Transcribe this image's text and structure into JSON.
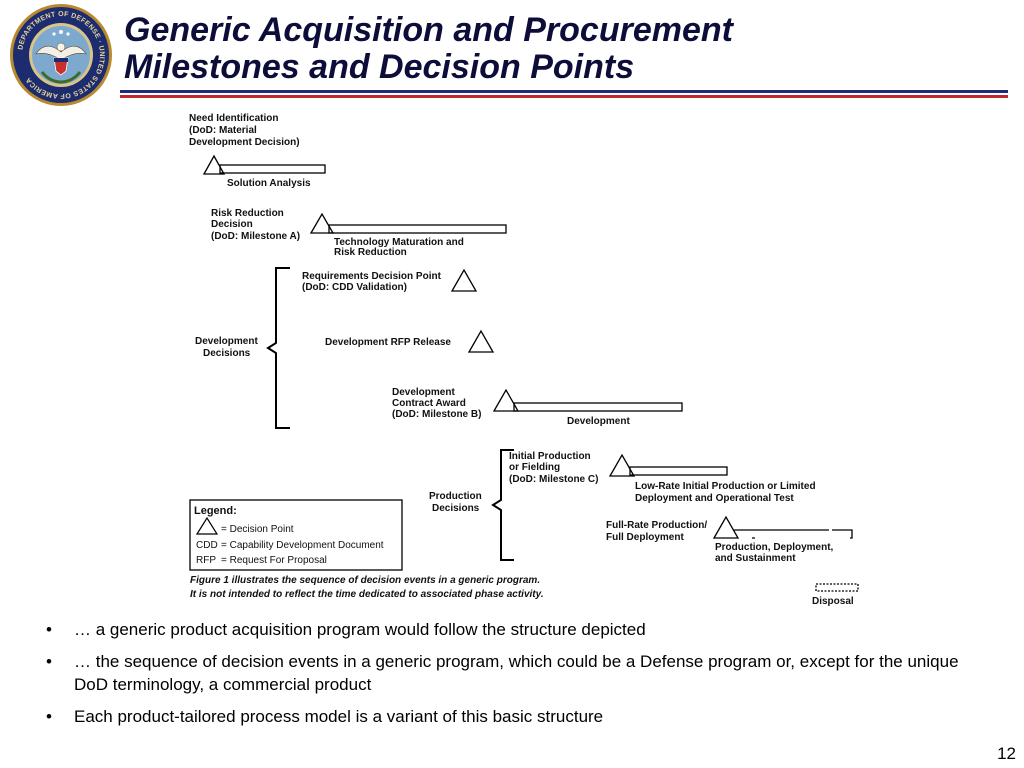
{
  "seal": {
    "icon": "dod-seal-icon",
    "ring_text": "DEPARTMENT OF DEFENSE · UNITED STATES OF AMERICA"
  },
  "header": {
    "title_line1": "Generic Acquisition and Procurement",
    "title_line2": "Milestones and Decision Points"
  },
  "colors": {
    "title": "#0d0d3a",
    "rule_blue": "#1d2b7a",
    "rule_red": "#c0282d"
  },
  "diagram": {
    "need_identification": [
      "Need Identification",
      "(DoD: Material",
      "Development Decision)"
    ],
    "solution_analysis": "Solution Analysis",
    "risk_reduction": [
      "Risk Reduction",
      "Decision",
      "(DoD: Milestone A)"
    ],
    "tech_maturation": [
      "Technology Maturation and",
      "Risk Reduction"
    ],
    "development_decisions": [
      "Development",
      "Decisions"
    ],
    "requirements_decision": [
      "Requirements Decision Point",
      "(DoD: CDD Validation)"
    ],
    "development_rfp": "Development RFP Release",
    "development_contract": [
      "Development",
      "Contract Award",
      "(DoD: Milestone B)"
    ],
    "development": "Development",
    "production_decisions": [
      "Production",
      "Decisions"
    ],
    "initial_production": [
      "Initial Production",
      "or Fielding",
      "(DoD: Milestone C)"
    ],
    "lrip": [
      "Low-Rate Initial Production or Limited",
      "Deployment and Operational Test"
    ],
    "full_rate": [
      "Full-Rate Production/",
      "Full Deployment"
    ],
    "production_deployment": [
      "Production, Deployment,",
      "and Sustainment"
    ],
    "disposal": "Disposal",
    "legend": {
      "title": "Legend:",
      "decision_point": "=  Decision Point",
      "cdd_abbr": "CDD",
      "cdd": "=  Capability Development Document",
      "rfp_abbr": "RFP",
      "rfp": "=  Request For Proposal"
    },
    "caption": [
      "Figure 1 illustrates the sequence of decision events in a generic program.",
      "It is not intended to reflect the time dedicated to associated phase activity."
    ]
  },
  "bullets": [
    "… a generic product acquisition program would follow the structure depicted",
    "… the sequence of decision events in a generic program, which could be a Defense program or, except for the unique DoD terminology, a commercial product",
    "Each product-tailored process model is a variant of this basic structure"
  ],
  "bullet_symbol": "•",
  "page_number": "12"
}
